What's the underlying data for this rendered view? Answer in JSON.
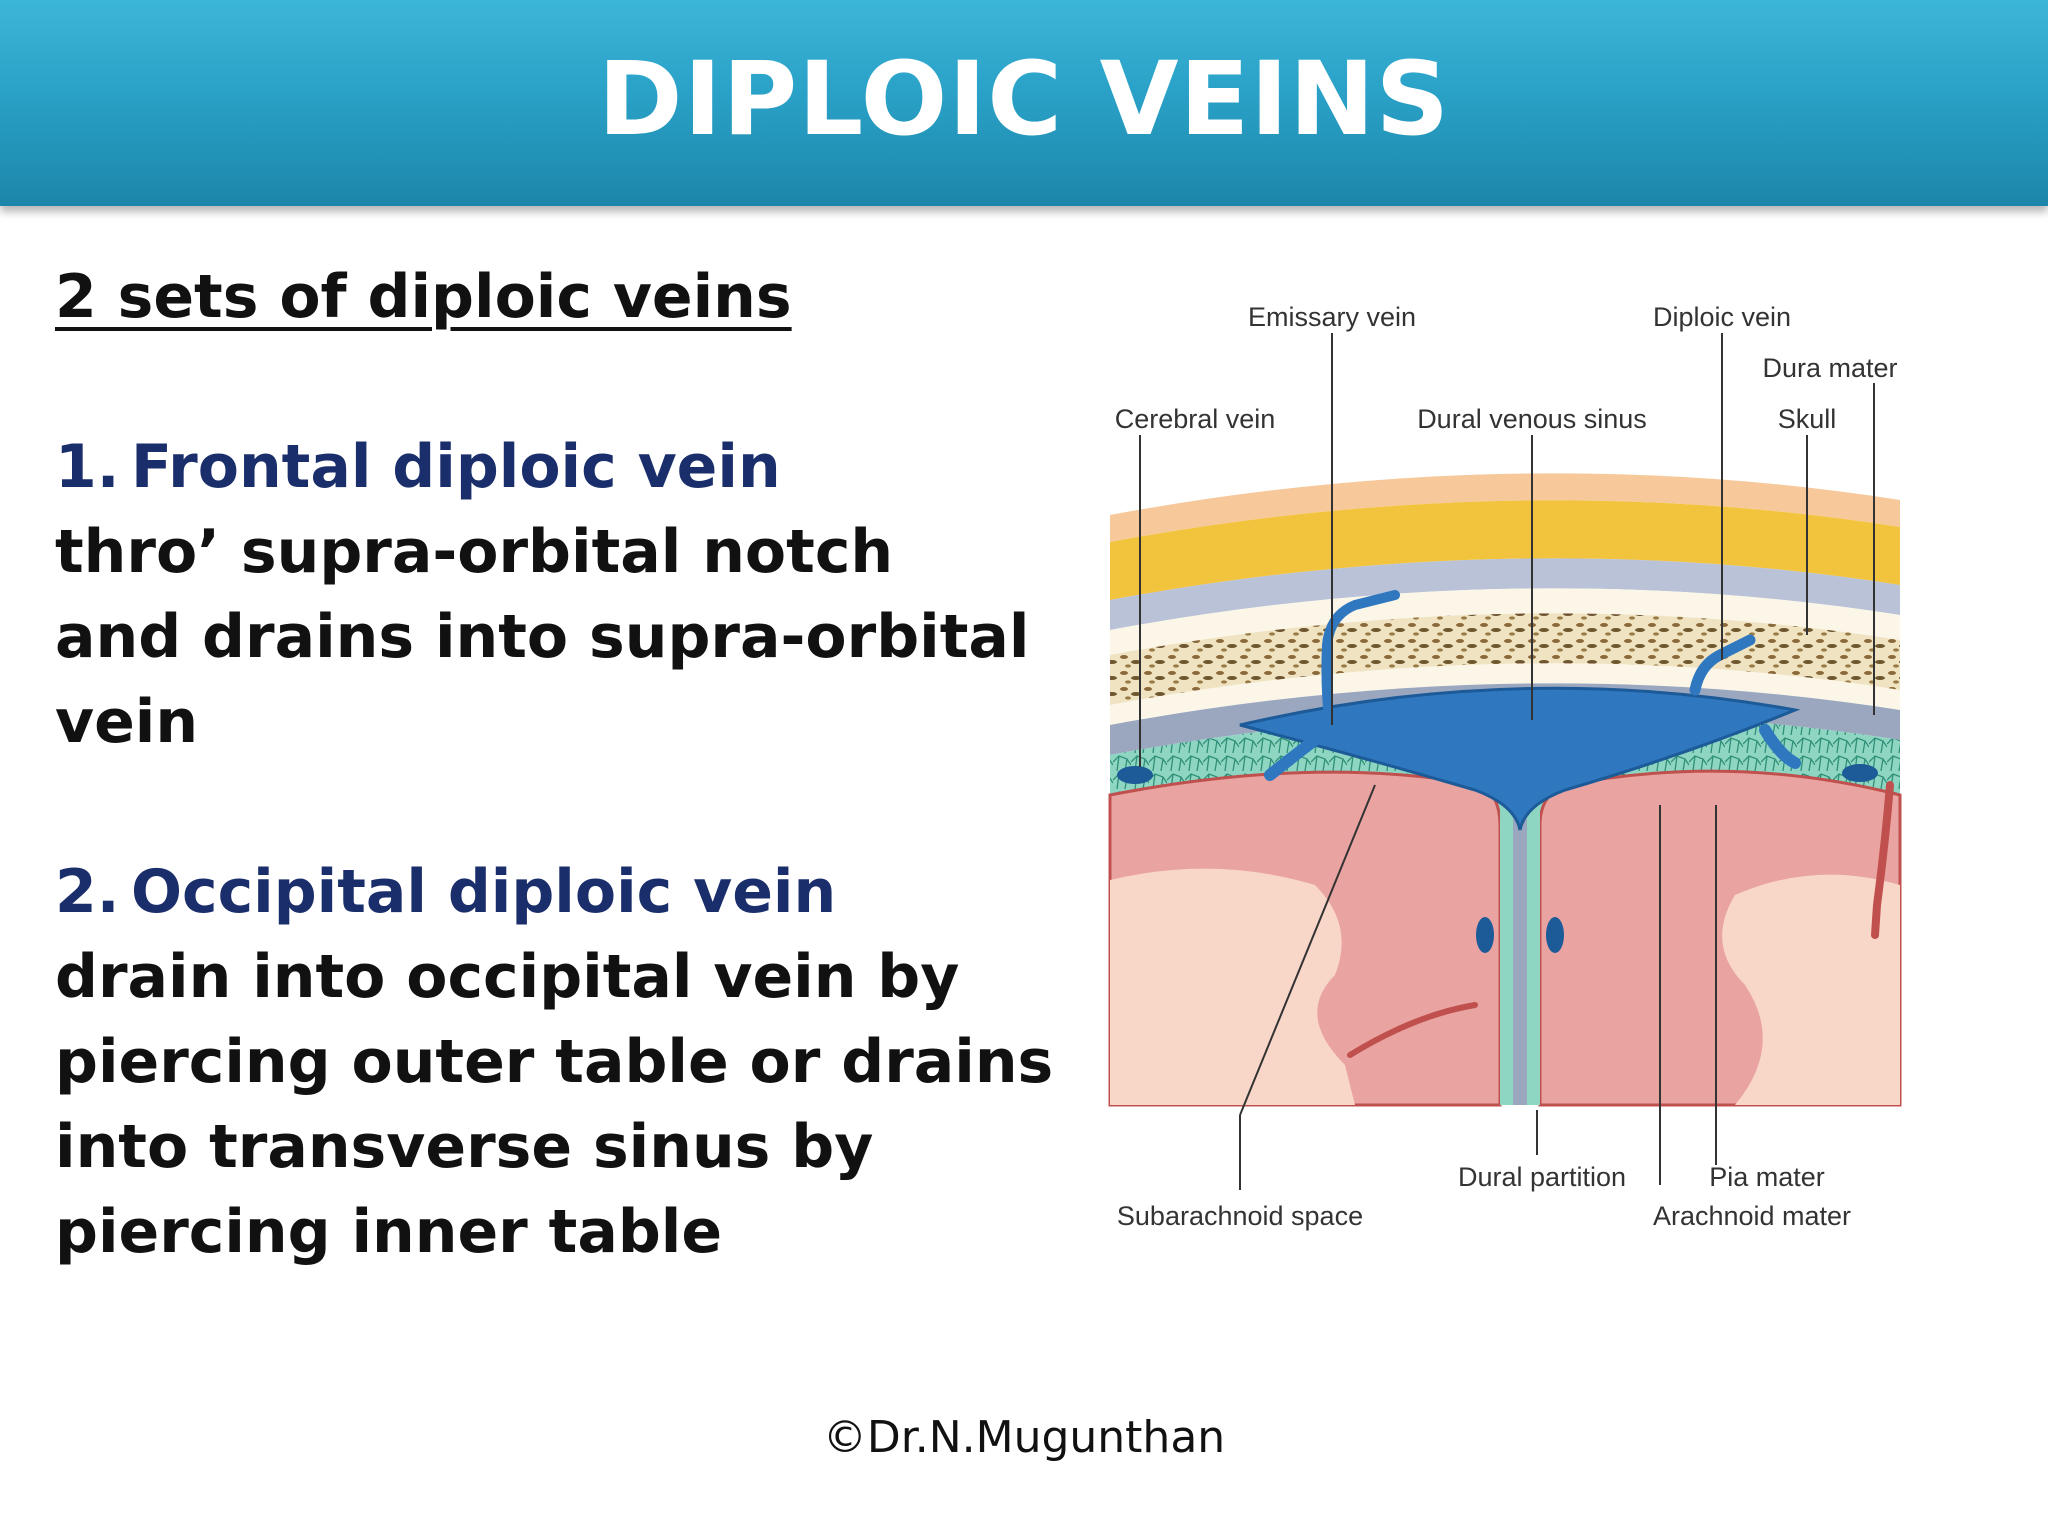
{
  "title": "DIPLOIC VEINS",
  "heading": "2 sets of diploic veins",
  "items": [
    {
      "number": "1.",
      "name": "Frontal diploic vein",
      "lines": [
        "thro’ supra-orbital notch",
        "and drains into supra-orbital",
        "vein"
      ]
    },
    {
      "number": "2.",
      "name": "Occipital diploic vein",
      "lines": [
        "drain into occipital vein by",
        "piercing outer table or drains",
        "into transverse sinus by",
        "piercing inner table"
      ]
    }
  ],
  "figure_labels": {
    "emissary_vein": "Emissary vein",
    "diploic_vein": "Diploic vein",
    "dura_mater": "Dura mater",
    "cerebral_vein": "Cerebral vein",
    "dural_venous_sinus": "Dural venous sinus",
    "skull": "Skull",
    "dural_partition": "Dural partition",
    "pia_mater": "Pia mater",
    "subarachnoid_space": "Subarachnoid space",
    "arachnoid_mater": "Arachnoid mater"
  },
  "footer": "©Dr.N.Mugunthan"
}
